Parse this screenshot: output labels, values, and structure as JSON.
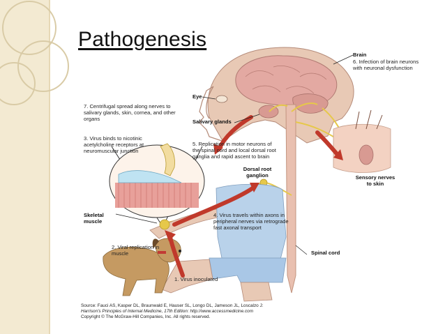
{
  "slide": {
    "title": "Pathogenesis"
  },
  "labels": {
    "brain": "Brain",
    "step6": "6. Infection of brain neurons with neuronal dysfunction",
    "eye": "Eye",
    "salivary_glands": "Salivary glands",
    "step7": "7. Centrifugal spread along nerves to salivary glands, skin, cornea, and other organs",
    "step3": "3. Virus binds to nicotinic acetylcholine receptors at neuromuscular junction",
    "step5": "5. Replication in motor neurons of the spinal cord and local dorsal root ganglia and rapid ascent to brain",
    "dorsal_root_ganglion": "Dorsal root ganglion",
    "sensory_nerves": "Sensory nerves to skin",
    "skeletal_muscle": "Skeletal muscle",
    "step4": "4. Virus travels within axons in peripheral nerves via retrograde fast axonal transport",
    "step2": "2. Viral replication in muscle",
    "spinal_cord": "Spinal cord",
    "step1": "1. Virus inoculated"
  },
  "source": {
    "line1": "Source: Fauci AS, Kasper DL, Braunwald E, Hauser SL, Longo DL, Jameson JL, Loscalzo J:",
    "line2": "Harrison's Principles of Internal Medicine, 17th Edition: http://www.accessmedicine.com",
    "line3": "Copyright © The McGraw-Hill Companies, Inc. All rights reserved."
  }
}
